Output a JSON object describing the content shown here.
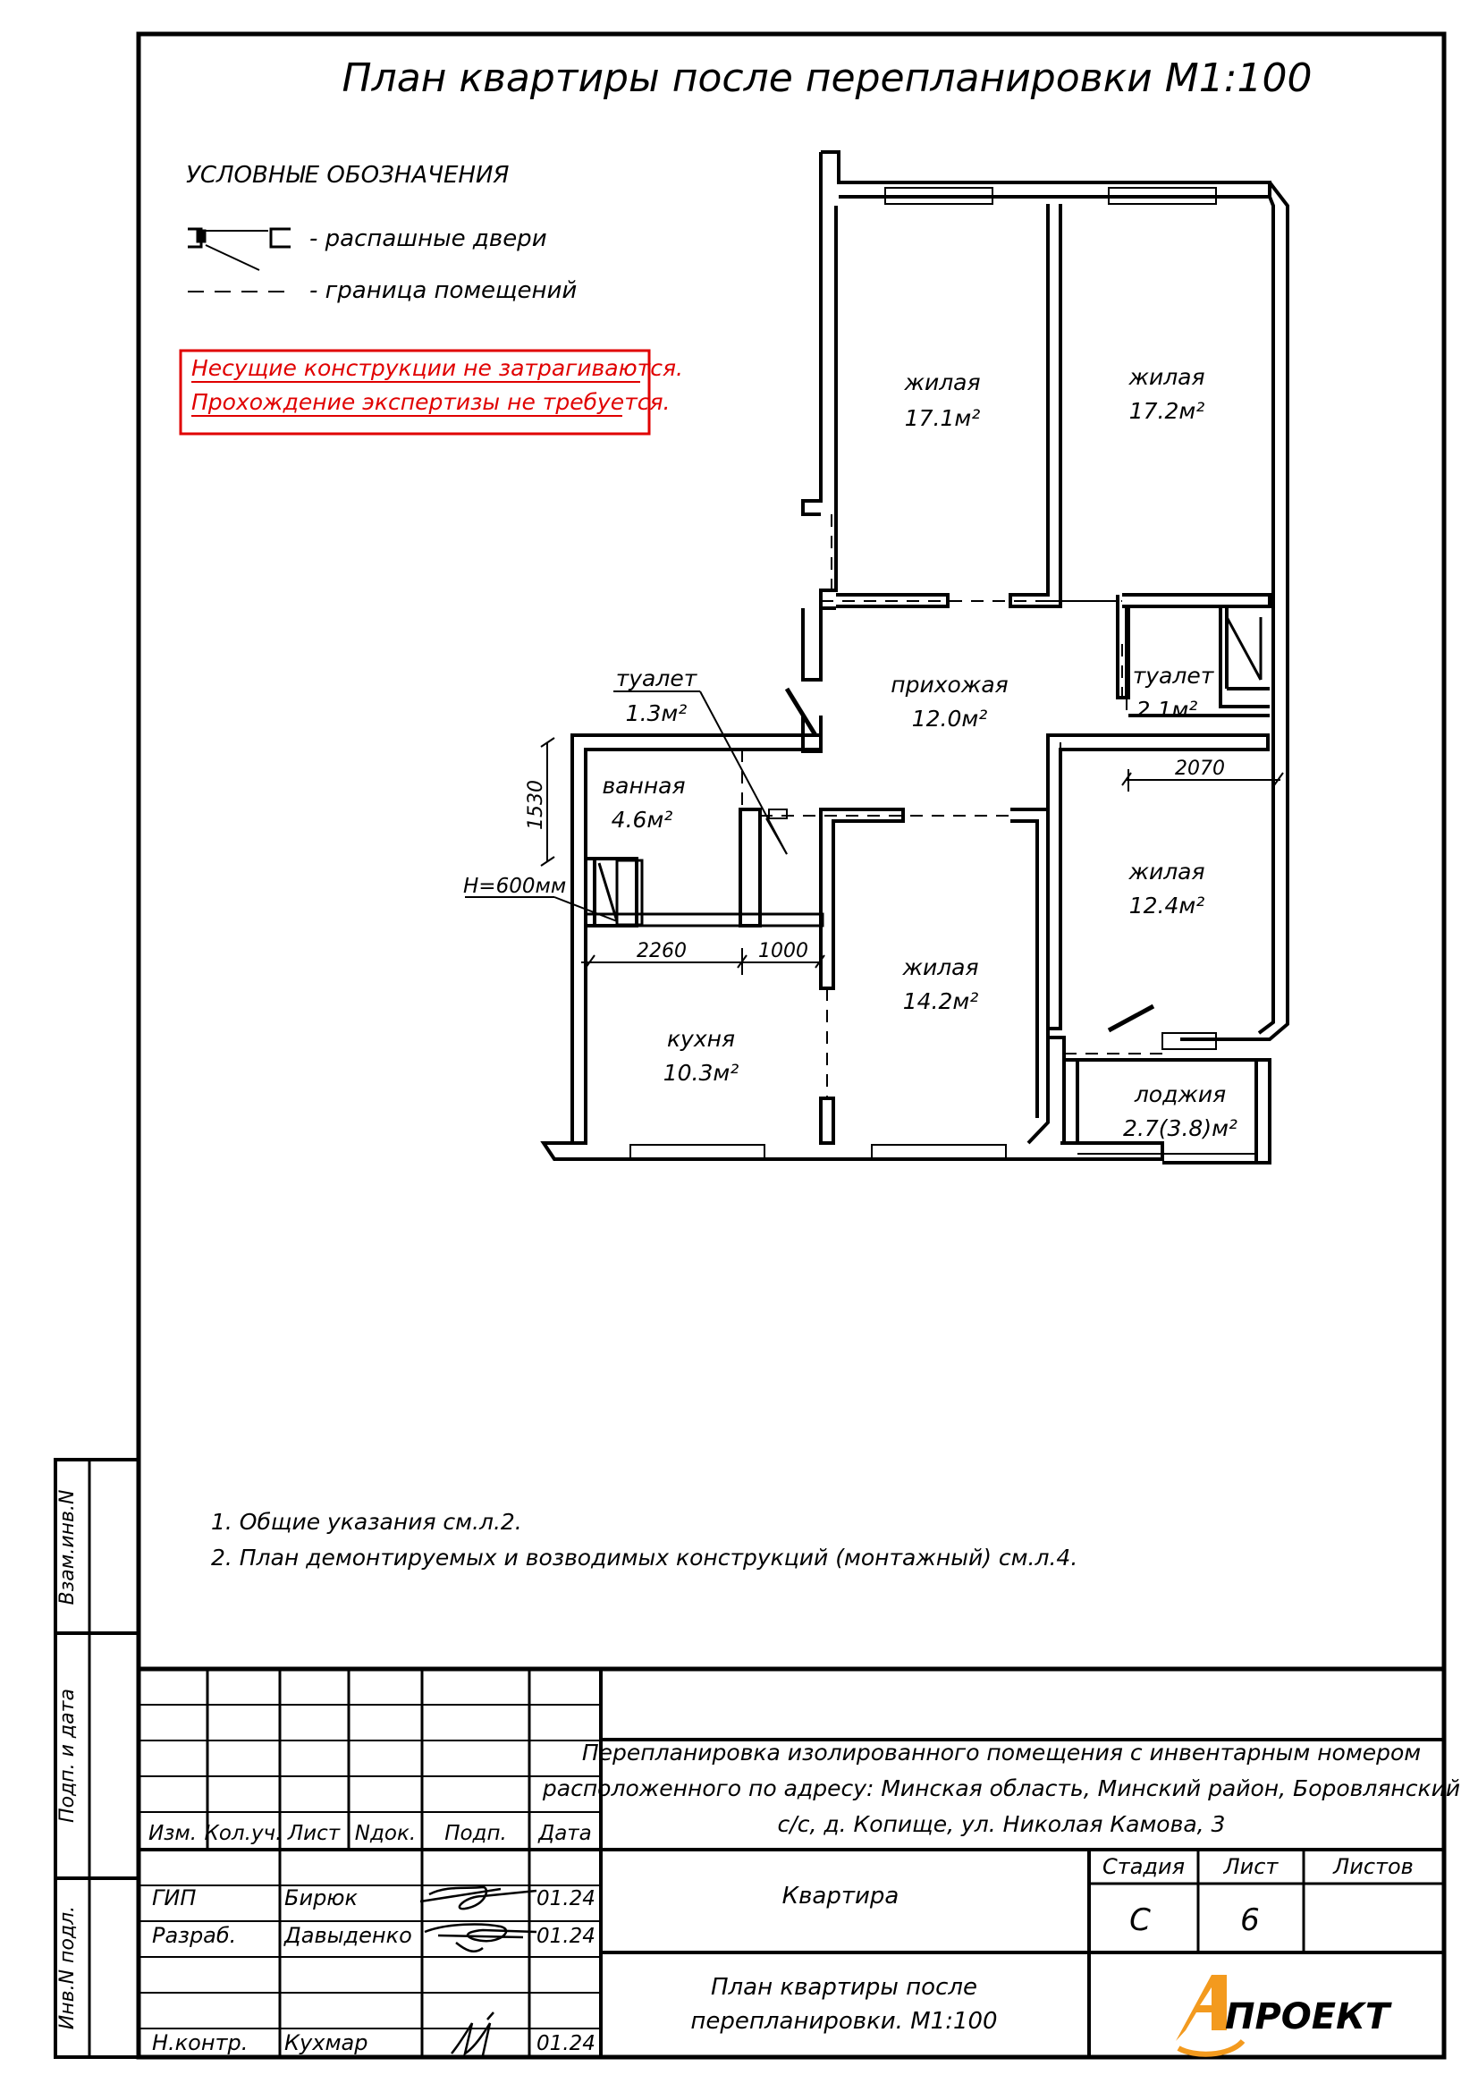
{
  "title": "План квартиры после  перепланировки  М1:100",
  "legend": {
    "heading": "УСЛОВНЫЕ ОБОЗНАЧЕНИЯ",
    "doors_label": "- распашные двери",
    "border_label": "- граница помещений"
  },
  "red_notice": {
    "line1": "Несущие конструкции не затрагиваются.",
    "line2": "Прохождение экспертизы не требуется.",
    "color": "#e00000"
  },
  "rooms": {
    "living1": {
      "name": "жилая",
      "area": "17.1м²"
    },
    "living2": {
      "name": "жилая",
      "area": "17.2м²"
    },
    "hallway": {
      "name": "прихожая",
      "area": "12.0м²"
    },
    "toilet_left": {
      "name": "туалет",
      "area": "1.3м²"
    },
    "toilet_right": {
      "name": "туалет",
      "area": "2.1м²"
    },
    "bath": {
      "name": "ванная",
      "area": "4.6м²"
    },
    "living3": {
      "name": "жилая",
      "area": "14.2м²"
    },
    "living4": {
      "name": "жилая",
      "area": "12.4м²"
    },
    "kitchen": {
      "name": "кухня",
      "area": "10.3м²"
    },
    "loggia": {
      "name": "лоджия",
      "area": "2.7(3.8)м²"
    }
  },
  "dimensions": {
    "d1530": "1530",
    "d2070": "2070",
    "d2260": "2260",
    "d1000": "1000",
    "h600": "Н=600мм"
  },
  "notes": [
    "1.  Общие указания см.л.2.",
    "2.  План демонтируемых и возводимых конструкций  (монтажный)  см.л.4."
  ],
  "side_stamp": {
    "vzam": "Взам.инв.N",
    "podp": "Подп. и дата",
    "inv": "Инв.N подл."
  },
  "title_block": {
    "headers": [
      "Изм.",
      "Кол.уч.",
      "Лист",
      "Nдок.",
      "Подп.",
      "Дата"
    ],
    "rows": [
      {
        "role": "ГИП",
        "name": "Бирюк",
        "date": "01.24"
      },
      {
        "role": "Разраб.",
        "name": "Давыденко",
        "date": "01.24"
      },
      {
        "role": "Н.контр.",
        "name": "Кухмар",
        "date": "01.24"
      }
    ],
    "project_line1": "Перепланировка изолированного помещения с инвентарным номером",
    "project_line2": "расположенного по адресу: Минская область, Минский район, Боровлянский",
    "project_line3": "с/с, д. Копище, ул. Николая Камова, 3",
    "object": "Квартира",
    "stage_label": "Стадия",
    "sheet_label": "Лист",
    "sheets_label": "Листов",
    "stage_value": "С",
    "sheet_value": "6",
    "drawing_name_line1": "План квартиры после",
    "drawing_name_line2": "перепланировки. М1:100",
    "logo_text": "ПРОЕКТ",
    "logo_color": "#f39a1e"
  }
}
